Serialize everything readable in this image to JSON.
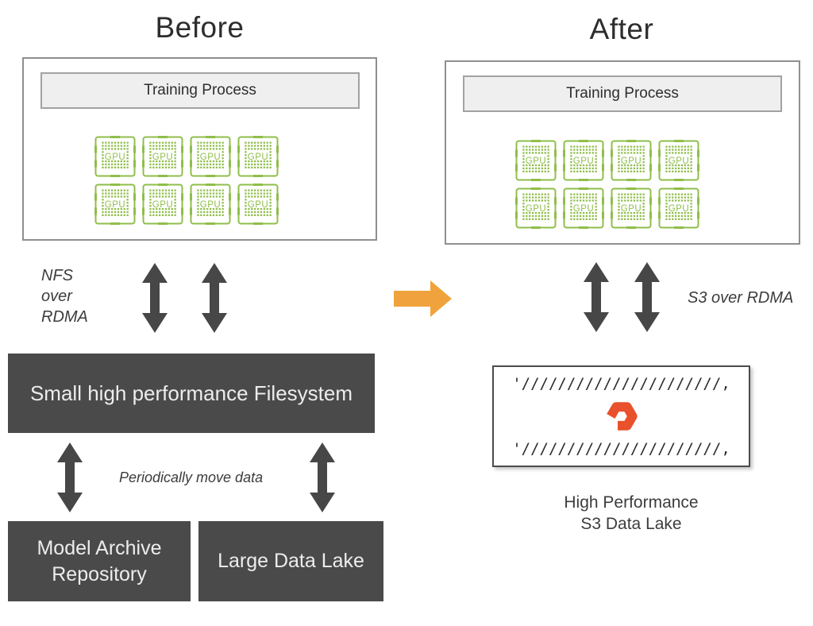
{
  "before": {
    "title": "Before",
    "training_label": "Training Process",
    "gpu_grid": {
      "rows": 2,
      "cols": 4,
      "label": "GPU"
    },
    "nfs_label": "NFS\nover\nRDMA",
    "filesystem_label": "Small high performance Filesystem",
    "move_label": "Periodically move data",
    "archive_label": "Model Archive\nRepository",
    "lake_label": "Large Data Lake"
  },
  "after": {
    "title": "After",
    "training_label": "Training Process",
    "gpu_grid": {
      "rows": 2,
      "cols": 4,
      "label": "GPU"
    },
    "s3_rdma_label": "S3 over RDMA",
    "s3_box": {
      "hatch": "'//////////////////////,"
    },
    "caption": "High Performance\nS3 Data Lake"
  },
  "icons": {
    "bidirectional_arrow": "double-headed-vertical-arrow",
    "transition_arrow": "right-block-arrow",
    "pure_logo": "pure-storage-hexagon-p",
    "gpu_chip": "green-gpu-chip"
  },
  "colors": {
    "gpu_green": "#90BE4A",
    "box_dark": "#4A4A4A",
    "arrow_dark": "#474747",
    "transition_orange": "#F0A33C",
    "pure_orange": "#E8512B"
  }
}
